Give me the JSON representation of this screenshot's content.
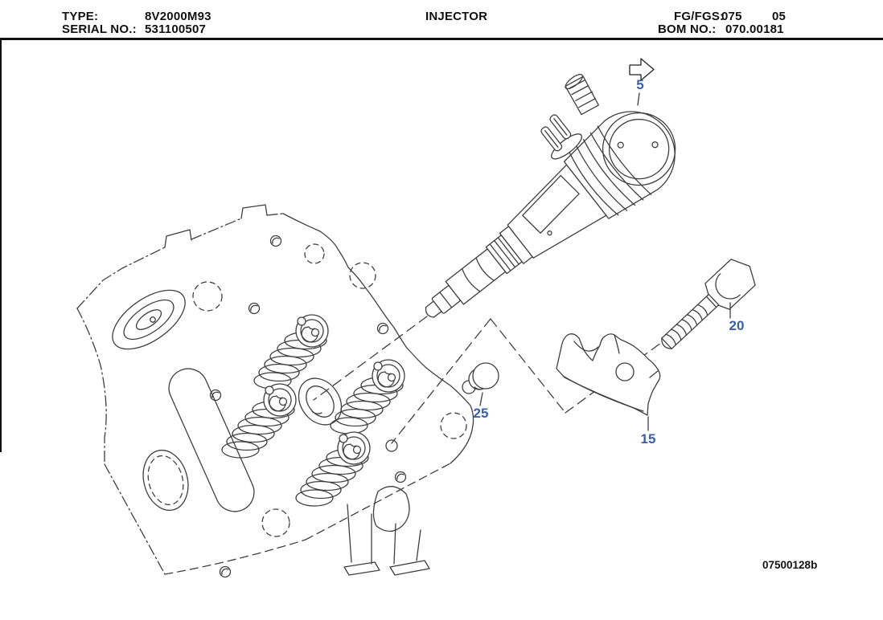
{
  "header": {
    "type_label": "TYPE:",
    "type_value": "8V2000M93",
    "serial_label": "SERIAL NO.:",
    "serial_value": "531100507",
    "title": "INJECTOR",
    "fg_label": "FG/FGS:",
    "fg_value": "075",
    "fg_value2": "05",
    "bom_label": "BOM NO.:",
    "bom_value": "070.00181"
  },
  "figure": {
    "code": "07500128b",
    "arrow_icon": "direction-arrow-right",
    "callouts": [
      {
        "label": "5",
        "part": "injector"
      },
      {
        "label": "20",
        "part": "hex-bolt"
      },
      {
        "label": "15",
        "part": "hold-down-clamp"
      },
      {
        "label": "25",
        "part": "sealing-plug"
      }
    ]
  },
  "colors": {
    "callout_blue": "#3a5fa8",
    "line_art": "#3f3f3f",
    "header_text": "#111111"
  }
}
